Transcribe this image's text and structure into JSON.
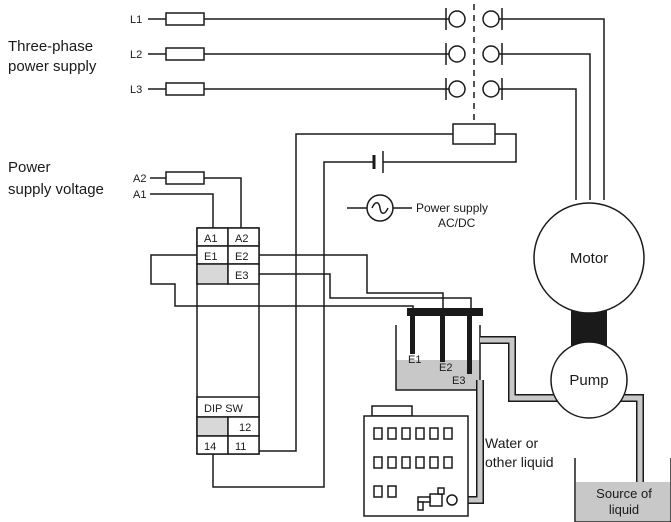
{
  "supply": {
    "title_line1": "Three-phase",
    "title_line2": "power supply",
    "phases": [
      "L1",
      "L2",
      "L3"
    ]
  },
  "control_voltage": {
    "title_line1": "Power",
    "title_line2": "supply voltage",
    "terminals": [
      "A2",
      "A1"
    ]
  },
  "relay": {
    "top_terminals": [
      "A1",
      "A2"
    ],
    "row2_terminals": [
      "E1",
      "E2"
    ],
    "row3_terminal": "E3",
    "dip_label": "DIP SW",
    "out_terminal_12": "12",
    "out_terminal_14": "14",
    "out_terminal_11": "11"
  },
  "power_source": {
    "line1": "Power supply",
    "line2": "AC/DC"
  },
  "tank": {
    "electrodes": [
      "E1",
      "E2",
      "E3"
    ],
    "liquid_line1": "Water or",
    "liquid_line2": "other liquid"
  },
  "motor_label": "Motor",
  "pump_label": "Pump",
  "source": {
    "line1": "Source of",
    "line2": "liquid"
  },
  "colors": {
    "line": "#1a1a1a",
    "liquid": "#c8c8c8",
    "pipe_fill": "#c8c8c8",
    "relay_shade": "#d8d8d8",
    "electrode_bar": "#1a1a1a"
  }
}
